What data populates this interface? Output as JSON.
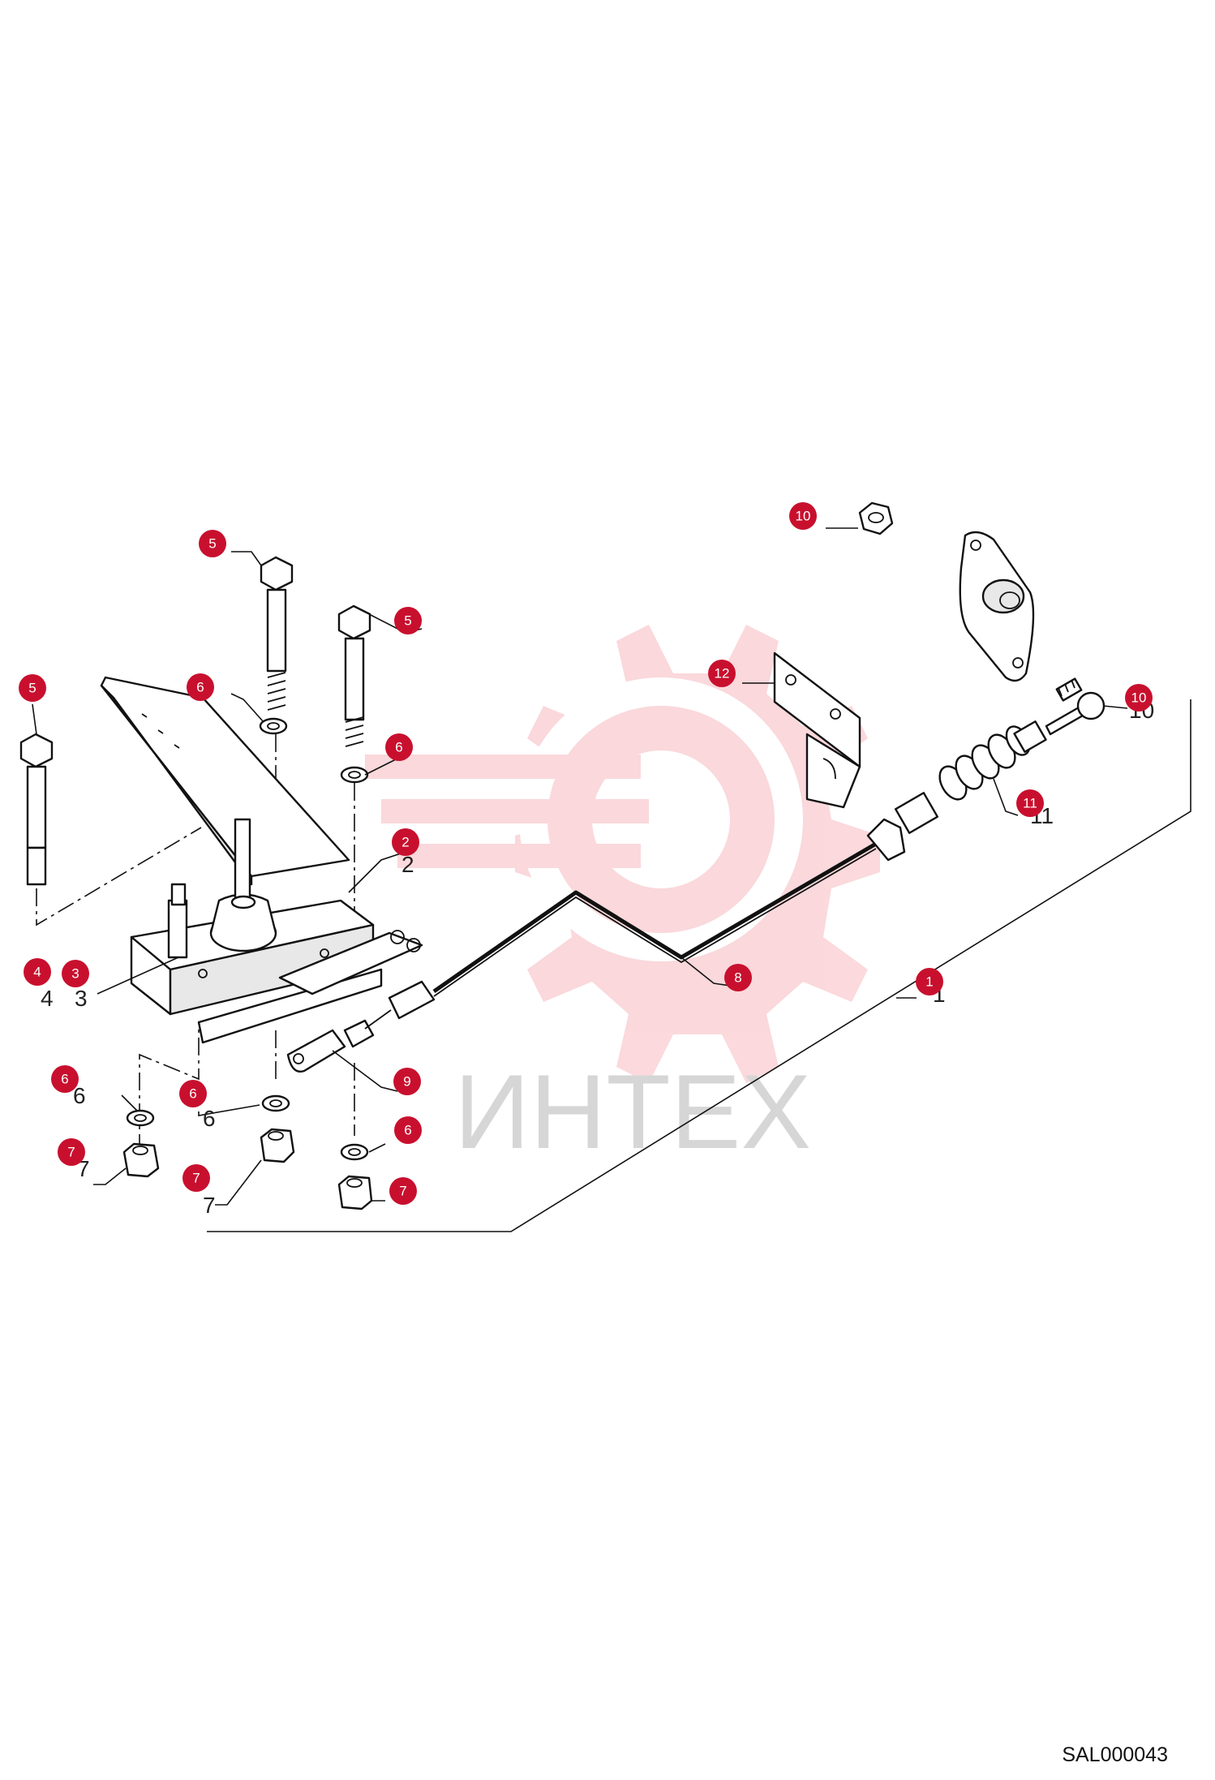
{
  "diagram": {
    "sheet_code": "SAL000043",
    "watermark_text": "ИНТЕХ",
    "accent_color": "#c8102e",
    "callouts": [
      {
        "id": "c5a",
        "label": "5"
      },
      {
        "id": "c5b",
        "label": "5"
      },
      {
        "id": "c5c",
        "label": "5"
      },
      {
        "id": "c6a",
        "label": "6"
      },
      {
        "id": "c6b",
        "label": "6"
      },
      {
        "id": "c2",
        "label": "2"
      },
      {
        "id": "c4",
        "label": "4"
      },
      {
        "id": "c3",
        "label": "3"
      },
      {
        "id": "c6c",
        "label": "6"
      },
      {
        "id": "c6d",
        "label": "6"
      },
      {
        "id": "c6e",
        "label": "6"
      },
      {
        "id": "c7a",
        "label": "7"
      },
      {
        "id": "c7b",
        "label": "7"
      },
      {
        "id": "c7c",
        "label": "7"
      },
      {
        "id": "c9",
        "label": "9"
      },
      {
        "id": "c8",
        "label": "8"
      },
      {
        "id": "c1",
        "label": "1"
      },
      {
        "id": "c10a",
        "label": "10"
      },
      {
        "id": "c10b",
        "label": "10"
      },
      {
        "id": "c11",
        "label": "11"
      },
      {
        "id": "c12",
        "label": "12"
      }
    ],
    "plain_numbers": [
      "6",
      "6",
      "4",
      "3",
      "2",
      "11",
      "10",
      "1",
      "7",
      "7"
    ]
  }
}
